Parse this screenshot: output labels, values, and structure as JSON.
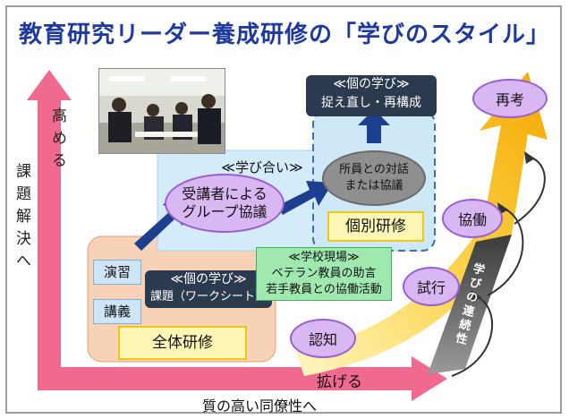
{
  "title": "教育研究リーダー養成研修の「学びのスタイル」",
  "left_axis": {
    "text": "課題解決へ"
  },
  "vertical_arrow": {
    "label": "高める"
  },
  "horizontal_arrow": {
    "label": "拡げる",
    "caption": "質の高い同僚性へ"
  },
  "zenta_box": {
    "tags": [
      "演習",
      "講義"
    ],
    "dark_box": {
      "line1": "≪個の学び≫",
      "line2": "課題（ワークシート）"
    },
    "footer": "全体研修"
  },
  "manabiai": {
    "label": "≪学び合い≫",
    "oval": {
      "line1": "受講者による",
      "line2": "グループ協議"
    }
  },
  "kobetsu": {
    "dark_box": {
      "line1": "≪個の学び≫",
      "line2": "捉え直し・再構成"
    },
    "gray_oval": {
      "line1": "所員との対話",
      "line2": "または協議"
    },
    "footer": "個別研修"
  },
  "gakko_box": {
    "line1": "≪学校現場≫",
    "line2": "ベテラン教員の助言",
    "line3": "若手教員との協働活動"
  },
  "steps": [
    "認知",
    "試行",
    "協働",
    "再考"
  ],
  "continuity": {
    "text": "学びの連続性"
  },
  "colors": {
    "pink_arrow": "#f06a8f",
    "title_blue": "#1f3a9c",
    "orange_fill": "#f8d2b6",
    "light_blue_fill": "#d4ecfa",
    "purple_oval": "#d9b7f2",
    "yellow_arrow": "#f7b700",
    "dark_navy": "#2b3a4e"
  }
}
